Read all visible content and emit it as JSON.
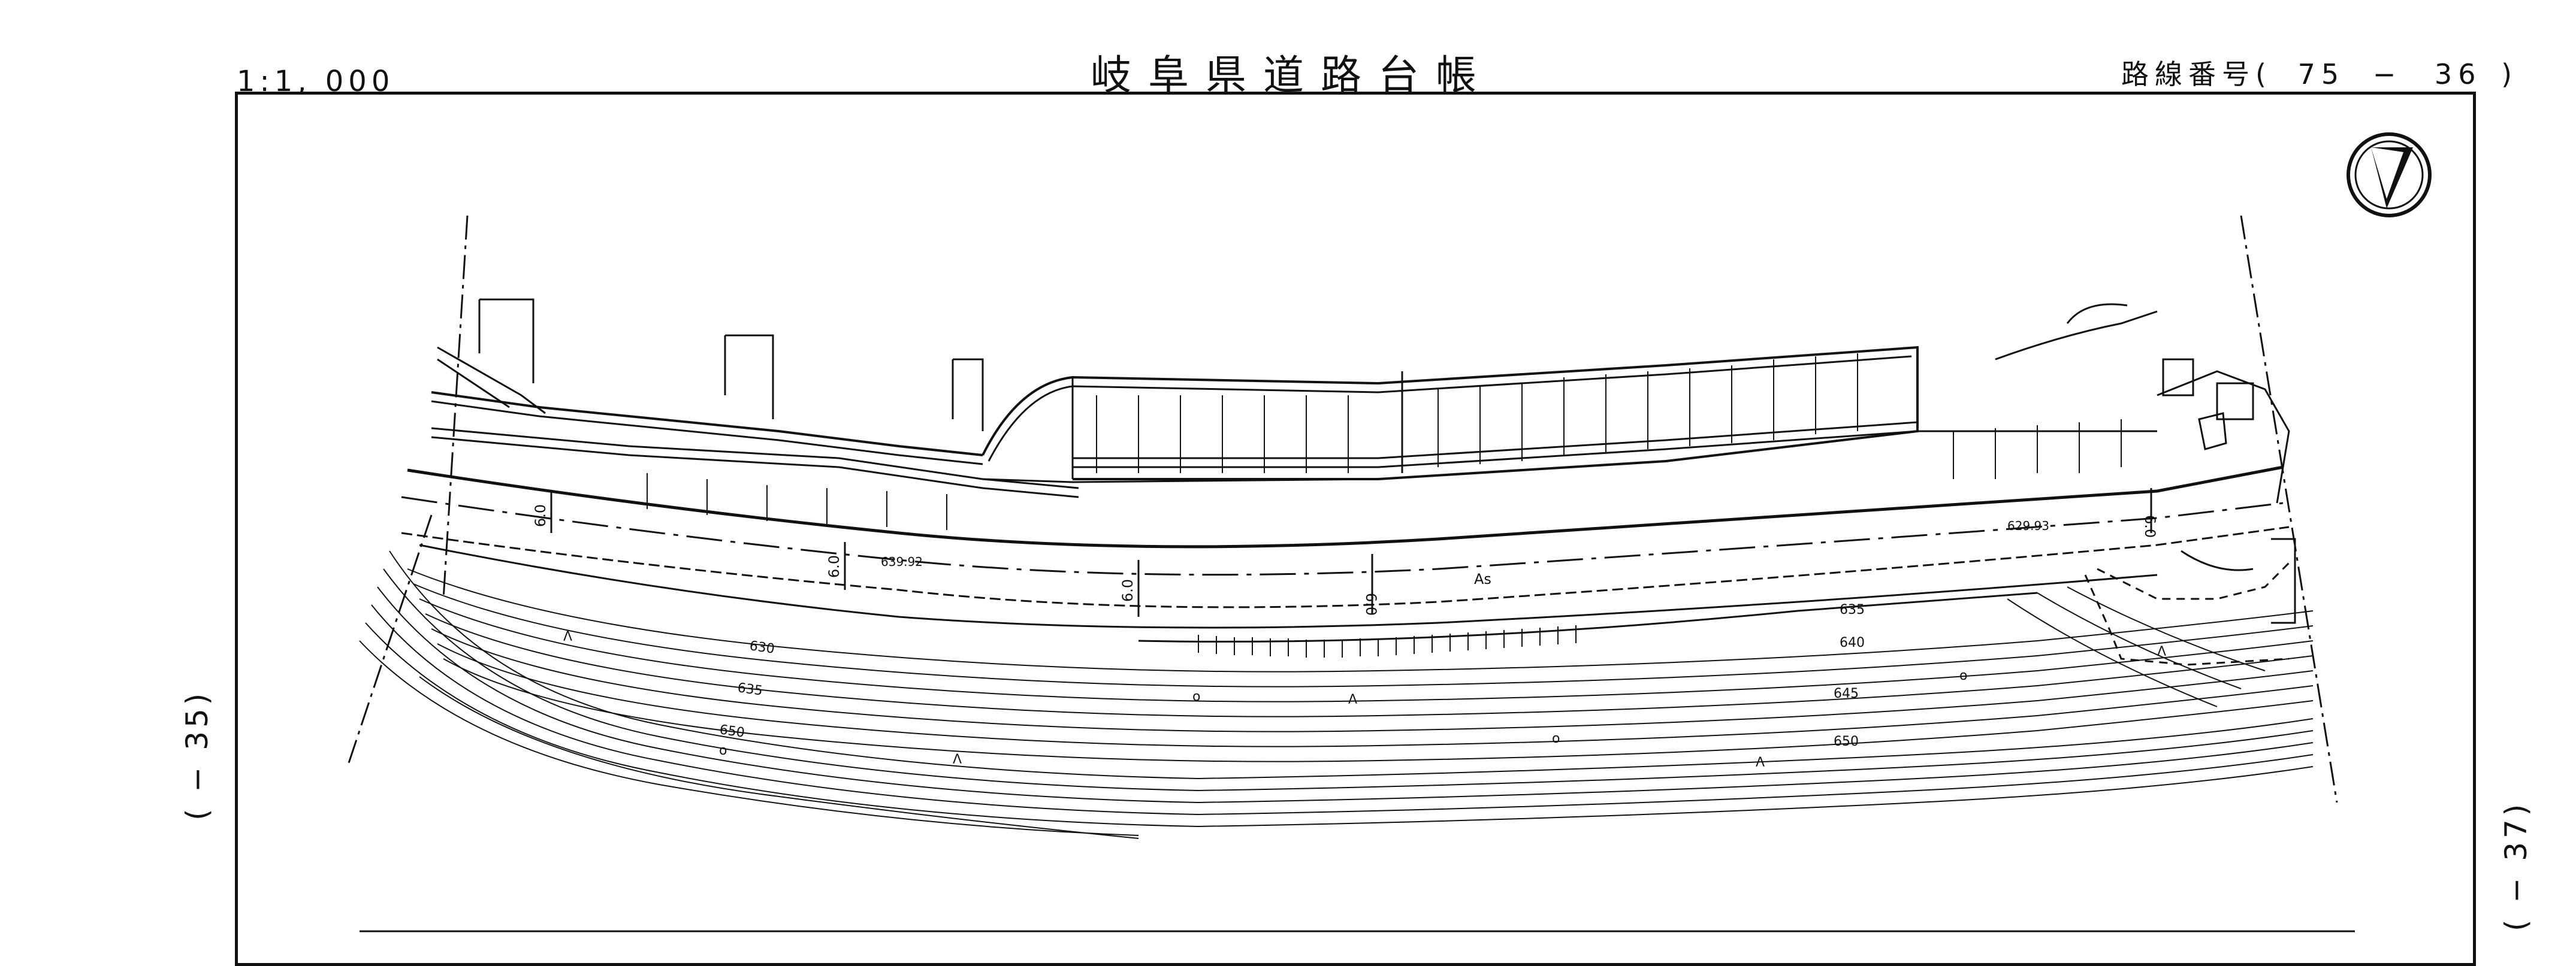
{
  "header": {
    "scale": "1:1, 000",
    "title": "岐阜県道路台帳",
    "route_label": "路線番号(",
    "route_a": "75",
    "route_dash": "−",
    "route_b": "36",
    "route_close": ")"
  },
  "edges": {
    "left_ref": "( − 35)",
    "right_ref": "( − 37)"
  },
  "map": {
    "width_labels": [
      "6.0",
      "6.0",
      "6.0",
      "6.0",
      "6.0"
    ],
    "elevation_labels": [
      "639.92",
      "629.93"
    ],
    "surface_label": "As",
    "contour_labels": [
      "630",
      "635",
      "650",
      "635",
      "640",
      "645",
      "650"
    ],
    "map_symbols": [
      "Λ",
      "Λ",
      "Λ",
      "Λ",
      "Λ",
      "o",
      "o",
      "o",
      "o"
    ],
    "north_arrow": "north-arrow-icon"
  },
  "colors": {
    "ink": "#111111",
    "paper": "#ffffff"
  }
}
